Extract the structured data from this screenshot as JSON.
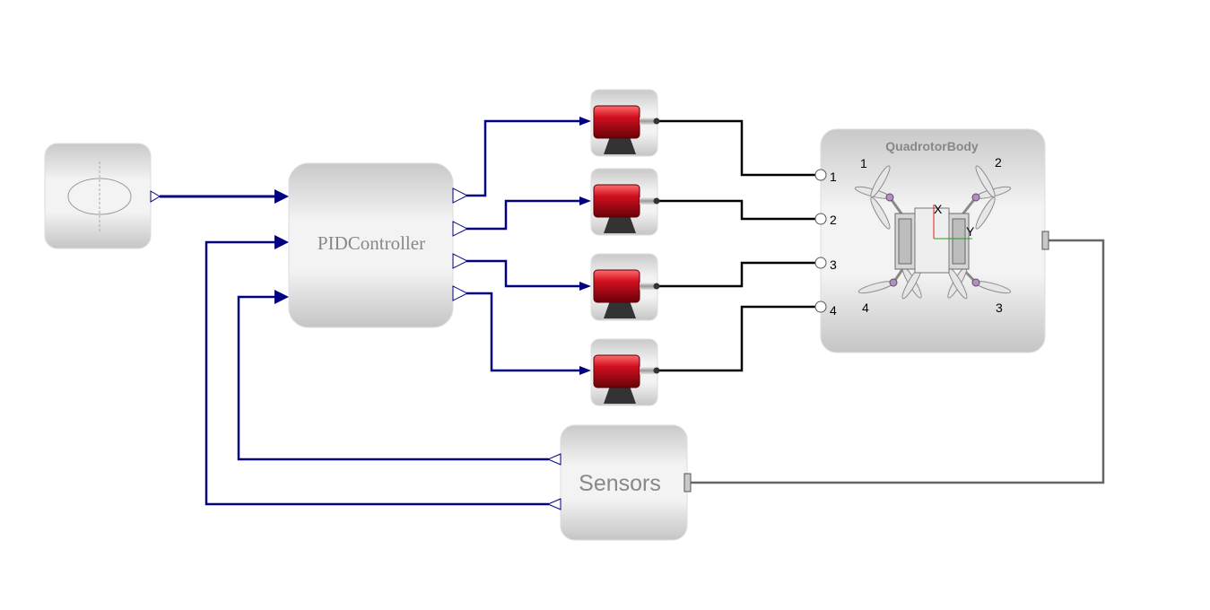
{
  "diagram": {
    "blocks": {
      "reference": {
        "label": ""
      },
      "pid": {
        "label": "PIDController"
      },
      "sensors": {
        "label": "Sensors"
      },
      "body": {
        "title": "QuadrotorBody",
        "rotor_labels": [
          "1",
          "2",
          "3",
          "4"
        ],
        "port_labels": [
          "1",
          "2",
          "3",
          "4"
        ],
        "axis_x": "X",
        "axis_y": "Y"
      },
      "motors": {
        "count": 4
      }
    },
    "colors": {
      "signal_wire": "#000080",
      "mechanical_wire": "#000000",
      "bus_wire": "#666666",
      "block_fill_top": "#f4f4f4",
      "block_fill_bottom": "#c8c8c8",
      "motor_red": "#cc1122",
      "motor_base": "#333333",
      "label_gray": "#888888"
    },
    "icons": [
      "ellipse-reference-icon",
      "dc-motor-icon",
      "quadrotor-icon"
    ]
  }
}
